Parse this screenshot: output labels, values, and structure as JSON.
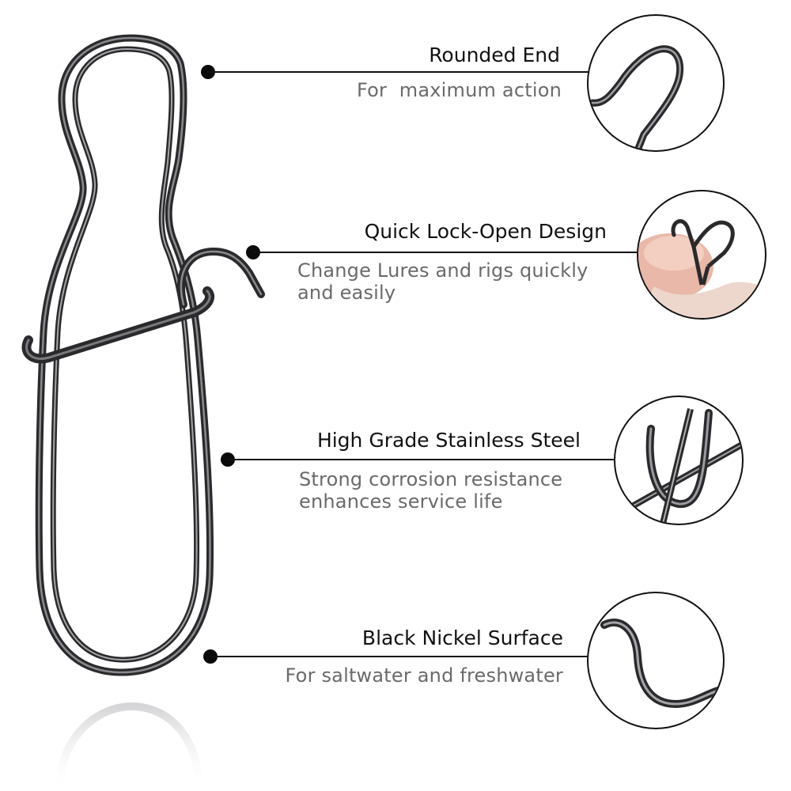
{
  "colors": {
    "background": "#ffffff",
    "wire_dark": "#2a2a2c",
    "wire_light": "#9a9a9e",
    "title_text": "#111111",
    "desc_text": "#6a6a6a"
  },
  "features": [
    {
      "title": "Rounded End",
      "description": "For  maximum action",
      "zoom_icon": "rounded-end-closeup"
    },
    {
      "title": "Quick Lock-Open Design",
      "description_line1": "Change Lures and rigs quickly",
      "description_line2": "and easily",
      "zoom_icon": "finger-opening-snap-closeup"
    },
    {
      "title": "High Grade Stainless Steel",
      "description_line1": "Strong corrosion resistance",
      "description_line2": "enhances service life",
      "zoom_icon": "hook-bend-closeup"
    },
    {
      "title": "Black Nickel Surface",
      "description": "For saltwater and freshwater",
      "zoom_icon": "curved-wire-closeup"
    }
  ]
}
